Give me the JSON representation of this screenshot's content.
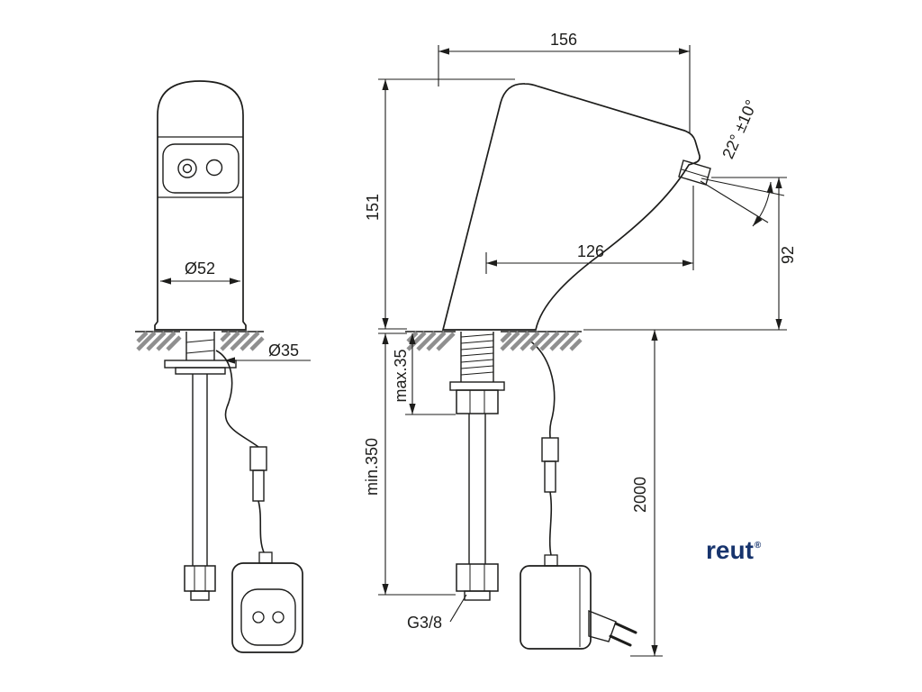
{
  "dimensions": {
    "overall_depth": "156",
    "body_height": "151",
    "spout_reach": "126",
    "outlet_height": "92",
    "spout_angle": "22° ±10°",
    "body_diameter": "Ø52",
    "mounting_hole_diameter": "Ø35",
    "deck_thickness": "max.35",
    "hose_length": "min.350",
    "cable_length": "2000",
    "supply_thread": "G3/8"
  },
  "logo": {
    "text": "reut",
    "mark": "®"
  },
  "colors": {
    "line": "#1d1d1b",
    "hatch": "#8f8f8f",
    "logo": "#17346d",
    "background": "#ffffff"
  }
}
